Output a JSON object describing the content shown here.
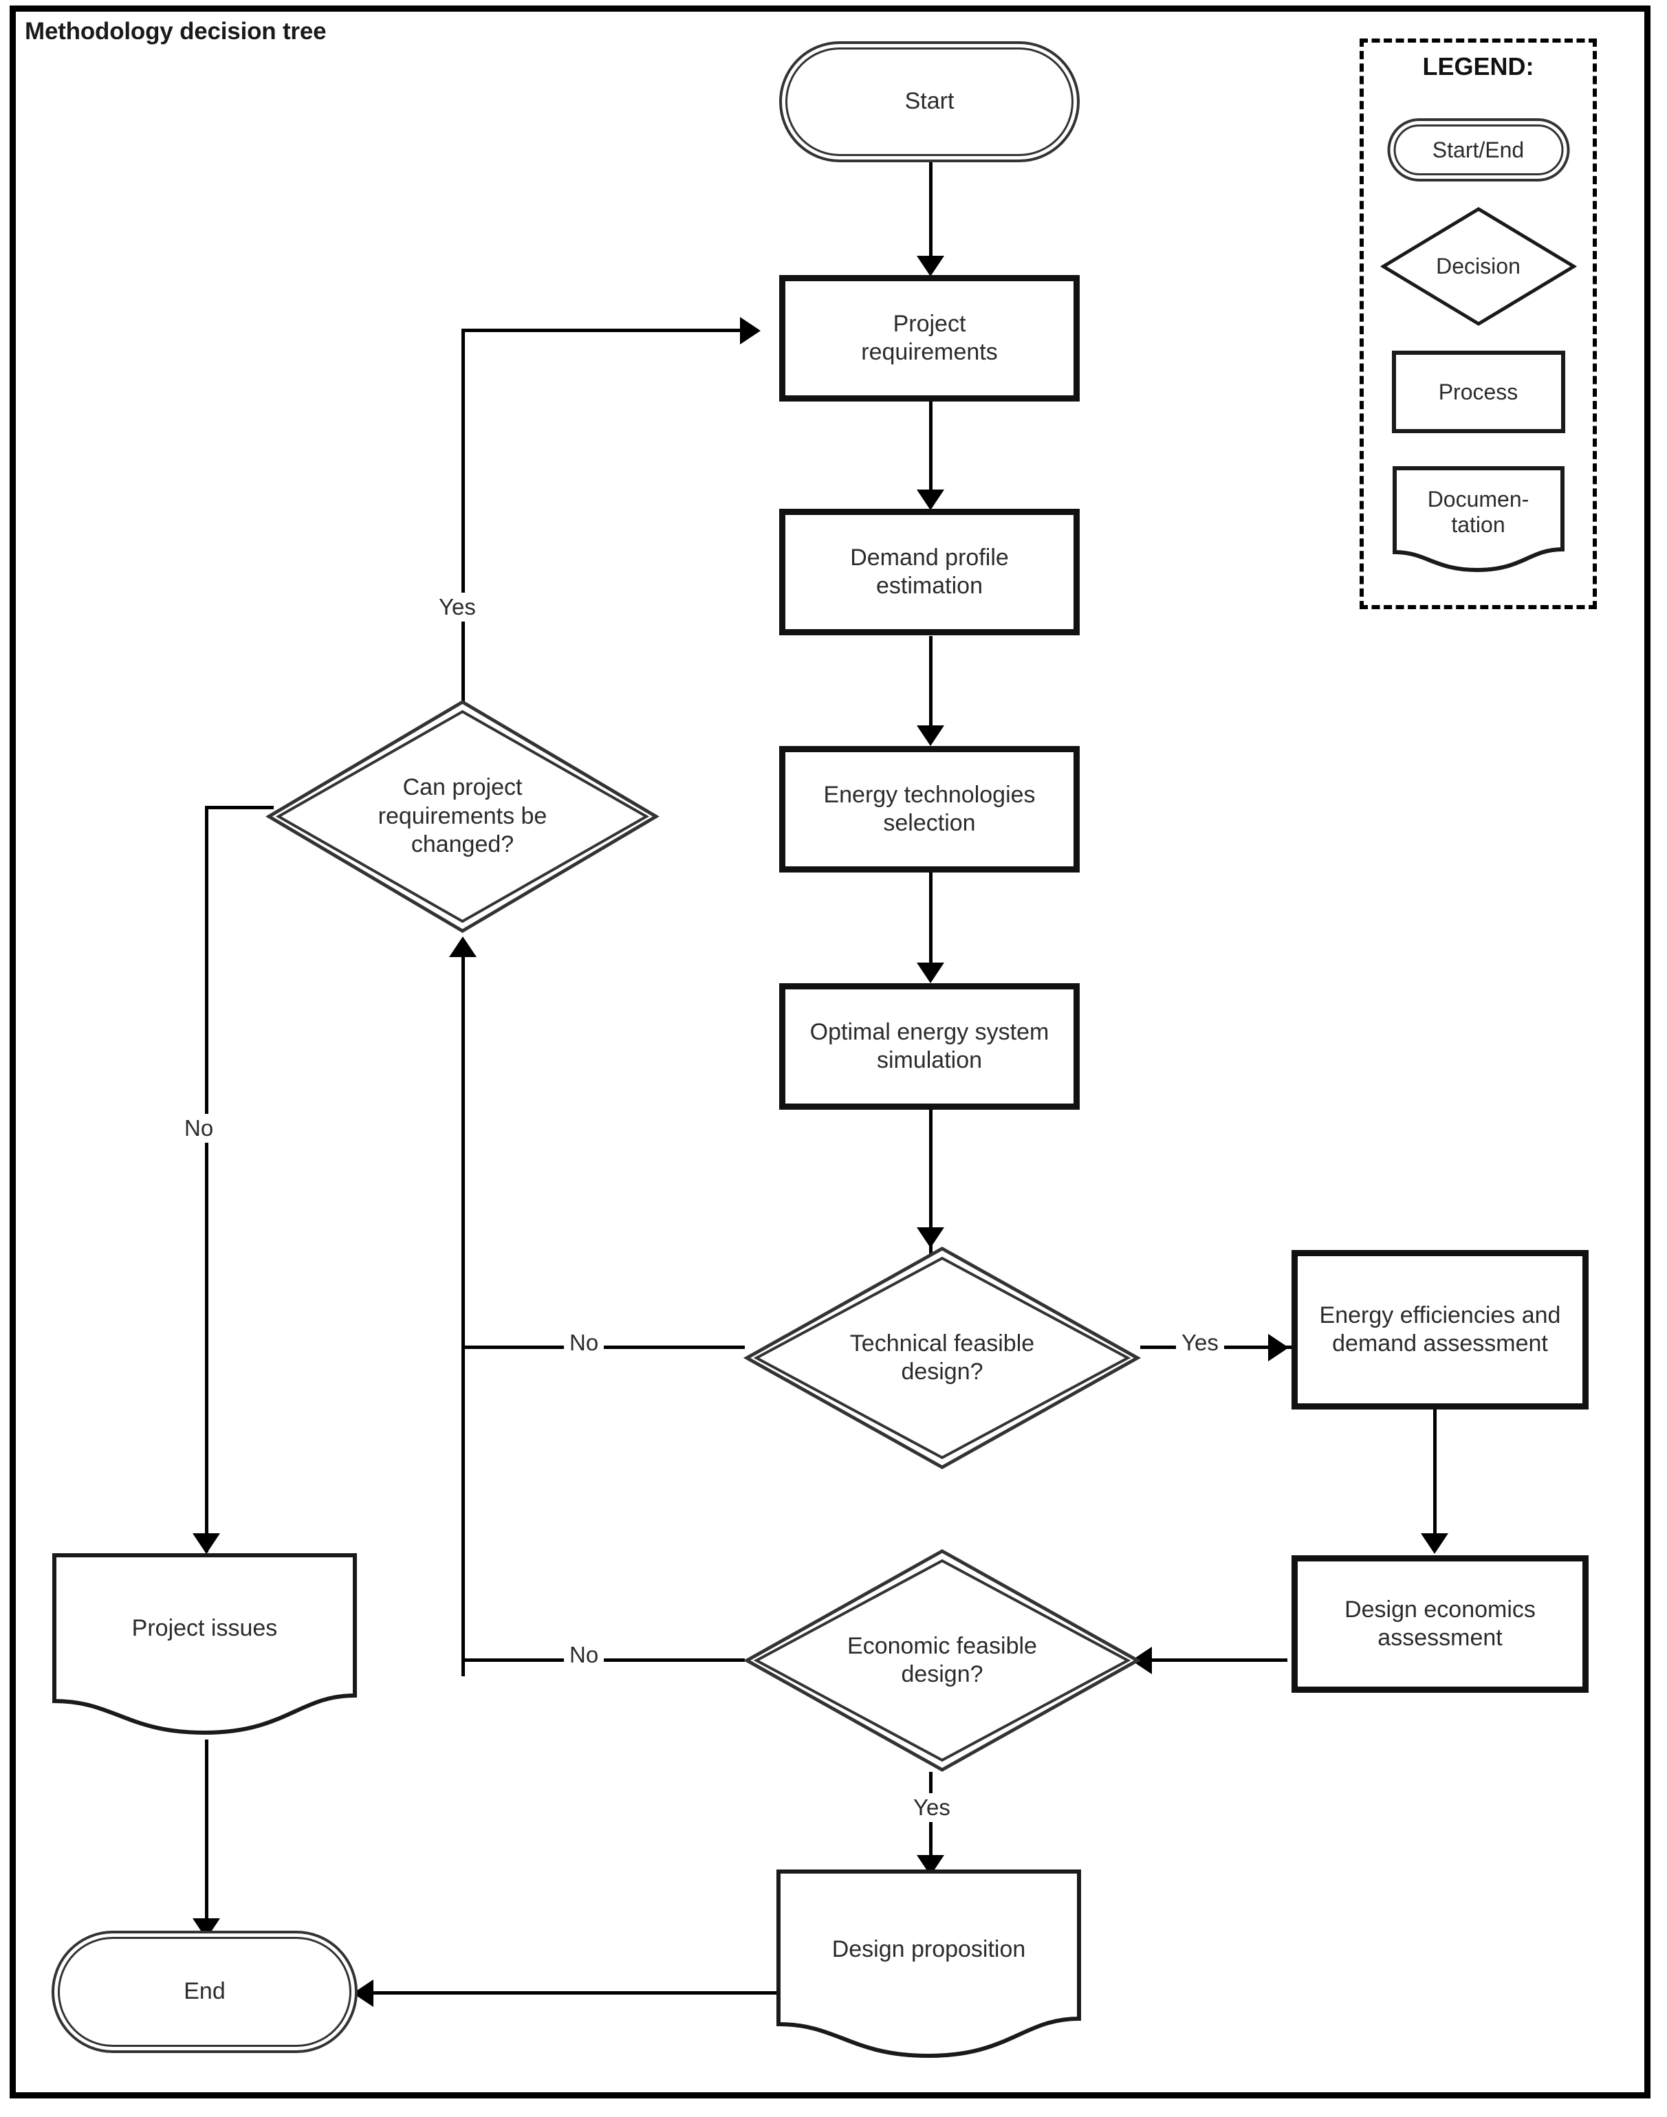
{
  "title": "Methodology decision tree",
  "nodes": {
    "start": "Start",
    "project_requirements": "Project requirements",
    "demand_profile": "Demand profile estimation",
    "energy_tech": "Energy technologies selection",
    "optimal_sim": "Optimal energy system simulation",
    "technical_feasible": "Technical feasible design?",
    "can_change": "Can project requirements be changed?",
    "energy_efficiencies": "Energy efficiencies and demand assessment",
    "design_economics": "Design economics assessment",
    "economic_feasible": "Economic feasible design?",
    "project_issues": "Project issues",
    "design_proposition": "Design proposition",
    "end": "End"
  },
  "edge_labels": {
    "can_change_yes": "Yes",
    "can_change_no": "No",
    "technical_no": "No",
    "technical_yes": "Yes",
    "economic_no": "No",
    "economic_yes": "Yes"
  },
  "legend": {
    "title": "LEGEND:",
    "items": [
      {
        "label": "Start/End",
        "shape": "terminal"
      },
      {
        "label": "Decision",
        "shape": "diamond"
      },
      {
        "label": "Process",
        "shape": "rectangle"
      },
      {
        "label": "Documen-\ntation",
        "shape": "document"
      }
    ]
  },
  "colors": {
    "line": "#000000",
    "text": "#2b2b2b",
    "frame": "#000000",
    "background": "#ffffff"
  }
}
